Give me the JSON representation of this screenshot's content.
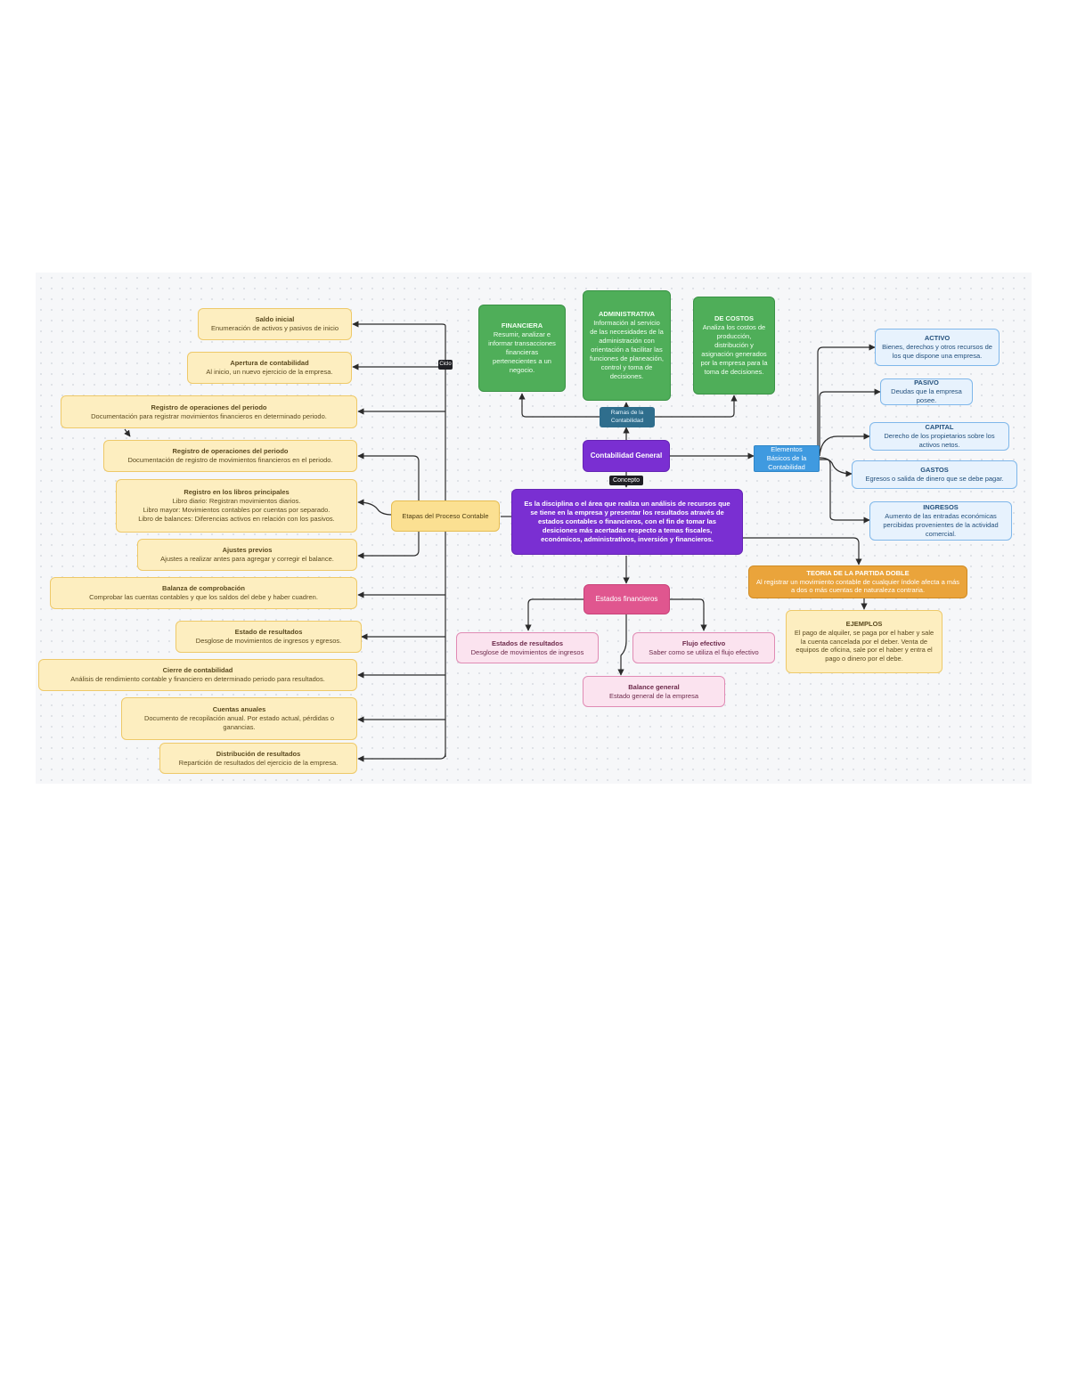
{
  "center": {
    "title": "Contabilidad General",
    "concept_tag": "Concepto",
    "definition": "Es la disciplina o el área que realiza un análisis de recursos que se tiene en la empresa y presentar los resultados através de estados contables o financieros, con el fin de tomar las desiciones más acertadas respecto a temas fiscales, económicos, administrativos, inversión y financieros."
  },
  "types": {
    "tag": "Ramas de la Contabilidad",
    "items": [
      {
        "title": "FINANCIERA",
        "text": "Resumir, analizar e informar transacciones financieras pertenecientes a un negocio."
      },
      {
        "title": "ADMINISTRATIVA",
        "text": "Información al servicio de las necesidades de la administración con orientación a facilitar las funciones de planeación, control y toma de decisiones."
      },
      {
        "title": "DE COSTOS",
        "text": "Analiza los costos de producción, distribución y asignación generados por la empresa para la toma de decisiones."
      }
    ]
  },
  "elements": {
    "label": "Elementos Básicos de la Contabilidad",
    "items": [
      {
        "title": "ACTIVO",
        "text": "Bienes, derechos y otros recursos de los que dispone una empresa."
      },
      {
        "title": "PASIVO",
        "text": "Deudas que la empresa posee."
      },
      {
        "title": "CAPITAL",
        "text": "Derecho de los propietarios sobre los activos netos."
      },
      {
        "title": "GASTOS",
        "text": "Egresos o salida de dinero que se debe pagar."
      },
      {
        "title": "INGRESOS",
        "text": "Aumento de las entradas económicas percibidas provenientes de la actividad comercial."
      }
    ]
  },
  "double_entry": {
    "title": "TEORIA DE LA PARTIDA DOBLE",
    "text": "Al registrar un movimiento contable de cualquier índole afecta a más a dos o más cuentas de naturaleza contraria.",
    "examples_title": "EJEMPLOS",
    "examples_text": "El pago de alquiler, se paga por el haber y sale la cuenta cancelada por el deber. Venta de equipos de oficina, sale por el haber y entra el pago o dinero por el debe."
  },
  "statements": {
    "title": "Estados financieros",
    "items": [
      {
        "title": "Estados de resultados",
        "text": "Desglose de movimientos de ingresos"
      },
      {
        "title": "Flujo efectivo",
        "text": "Saber como se utiliza el flujo efectivo"
      },
      {
        "title": "Balance general",
        "text": "Estado general de la empresa"
      }
    ]
  },
  "cycle": {
    "label": "Etapas del Proceso Contable",
    "tag": "Ciclo",
    "steps": [
      {
        "title": "Saldo inicial",
        "text": "Enumeración de activos y pasivos de inicio"
      },
      {
        "title": "Apertura de contabilidad",
        "text": "Al inicio, un nuevo ejercicio de la empresa."
      },
      {
        "title": "Registro de operaciones del periodo",
        "text": "Documentación para registrar movimientos financieros en determinado periodo."
      },
      {
        "title": "Registro de operaciones del periodo",
        "text": "Documentación de registro de movimientos financieros en el periodo."
      },
      {
        "title": "Registro en los libros principales",
        "text": "Libro diario: Registran movimientos diarios.\nLibro mayor: Movimientos contables por cuentas por separado.\nLibro de balances: Diferencias activos en relación con los pasivos."
      },
      {
        "title": "Ajustes previos",
        "text": "Ajustes a realizar antes para agregar y corregir el balance."
      },
      {
        "title": "Balanza de comprobación",
        "text": "Comprobar las cuentas contables y que los saldos del debe y haber cuadren."
      },
      {
        "title": "Estado de resultados",
        "text": "Desglose de movimientos de ingresos y egresos."
      },
      {
        "title": "Cierre de contabilidad",
        "text": "Análisis de rendimiento contable y financiero en determinado periodo para resultados."
      },
      {
        "title": "Cuentas anuales",
        "text": "Documento de recopilación anual. Por estado actual, pérdidas o ganancias."
      },
      {
        "title": "Distribución de resultados",
        "text": "Repartición de resultados del ejercicio de la empresa."
      }
    ]
  },
  "colors": {
    "canvas": "#f6f7f9",
    "arrow": "#2b2b2b",
    "purple": "#7a2fd2",
    "green": "#4fae59",
    "pink": "#e0568f",
    "blue": "#3f9ae0",
    "orange": "#eaa43b",
    "yellow": "#fbe092"
  }
}
